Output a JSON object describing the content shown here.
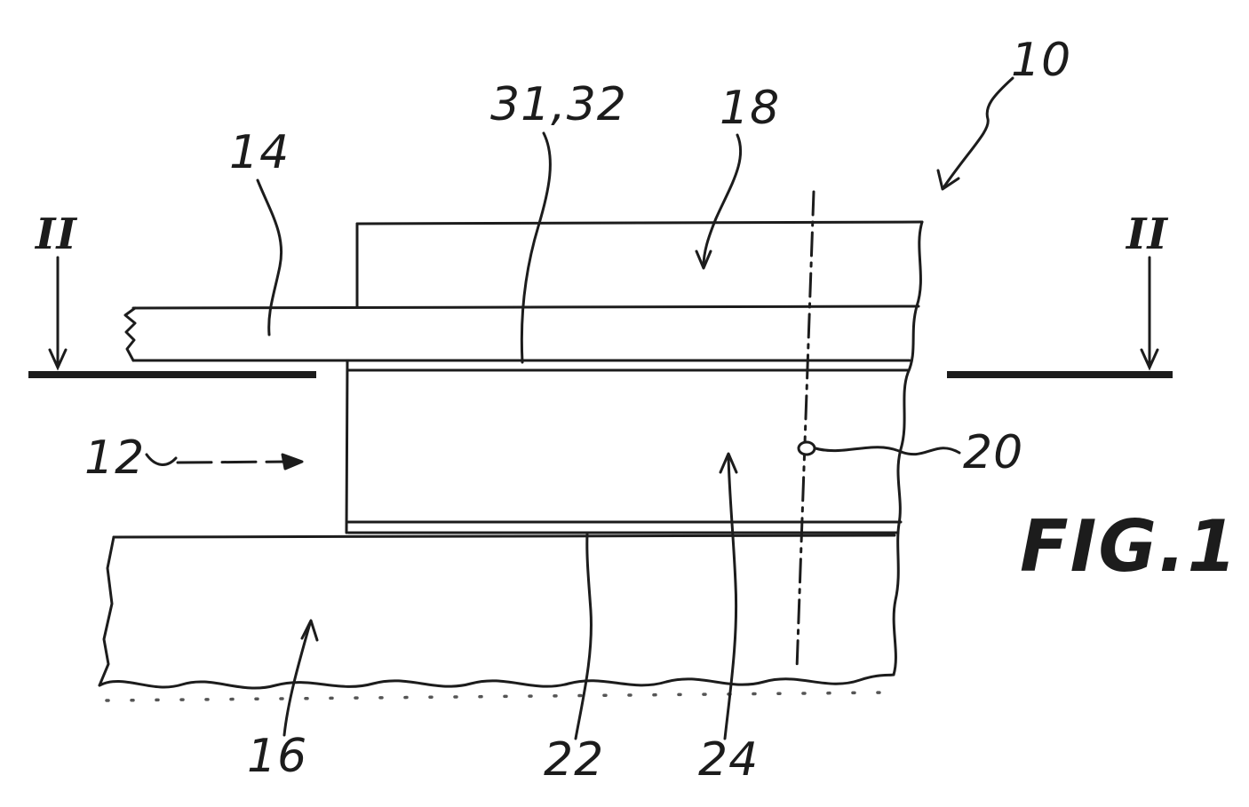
{
  "figure": {
    "title": "FIG.1"
  },
  "section_markers": {
    "left": "II",
    "right": "II"
  },
  "reference_labels": {
    "r10": "10",
    "r12": "12",
    "r14": "14",
    "r16": "16",
    "r18": "18",
    "r20": "20",
    "r22": "22",
    "r24": "24",
    "r31_32": "31,32"
  },
  "colors": {
    "ink": "#1c1c1c",
    "background": "#ffffff"
  }
}
